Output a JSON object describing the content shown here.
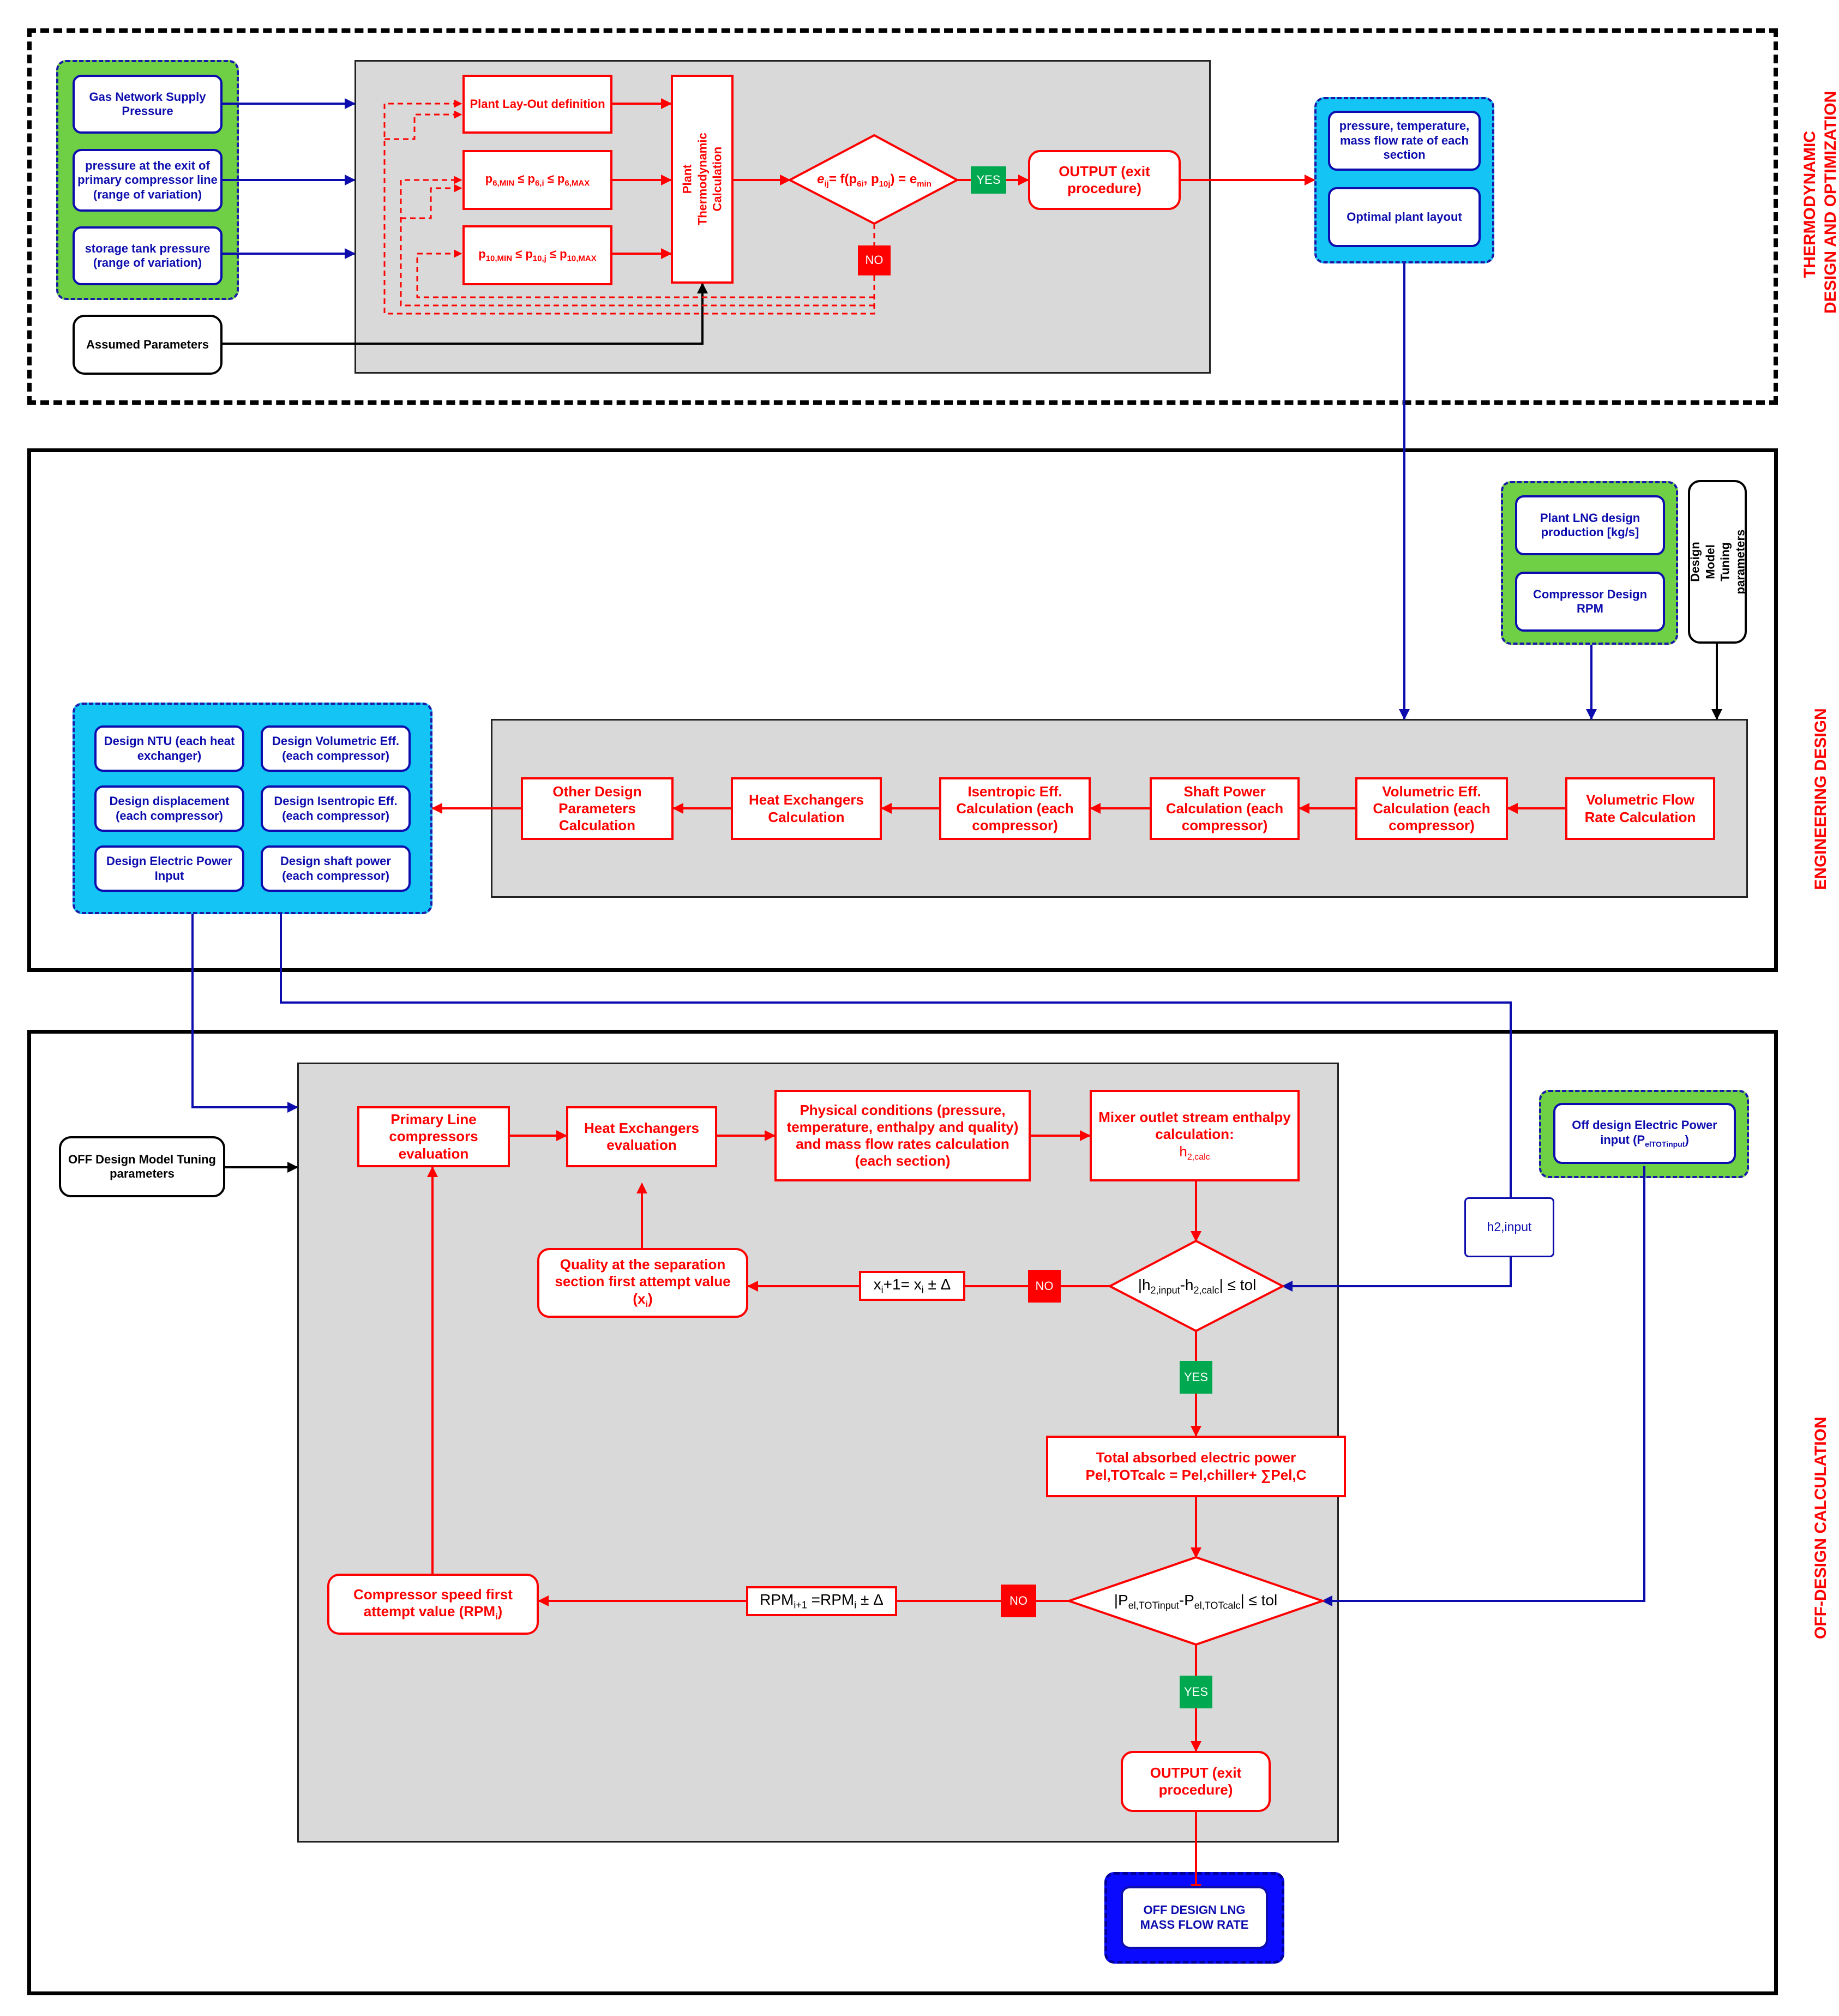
{
  "sections": {
    "thermo_label_1": "THERMODYNAMIC",
    "thermo_label_2": "DESIGN AND OPTIMIZATION",
    "engineering_label": "ENGINEERING DESIGN",
    "offdesign_label": "OFF-DESIGN CALCULATION"
  },
  "thermo": {
    "inputs": [
      "Gas Network Supply Pressure",
      "pressure at the exit of primary compressor line (range of variation)",
      "storage tank pressure (range of variation)"
    ],
    "assumed": "Assumed Parameters",
    "layout_def": "Plant Lay-Out definition",
    "range6": {
      "p": "p",
      "a": "6,MIN",
      "b": " ≤ p",
      "c": "6,i",
      "d": " ≤ p",
      "e": "6,MAX"
    },
    "range10": {
      "p": "p",
      "a": "10,MIN",
      "b": " ≤ p",
      "c": "10,j",
      "d": " ≤ p",
      "e": "10,MAX"
    },
    "calc": "Plant Thermodynamic Calculation",
    "condition": {
      "e": "e",
      "ij": "ij",
      "mid": "= f(p",
      "six": "6i",
      ", ": ", p",
      "ten": "10j",
      "close": ") = e",
      "min": "min"
    },
    "yes": "YES",
    "no": "NO",
    "output": "OUTPUT (exit procedure)",
    "results": [
      "pressure, temperature, mass flow rate of each section",
      "Optimal plant layout"
    ]
  },
  "engineering": {
    "inputs": [
      "Plant LNG design production [kg/s]",
      "Compressor Design RPM"
    ],
    "tuning": "Design Model Tuning parameters",
    "chain": [
      "Other Design Parameters Calculation",
      "Heat Exchangers Calculation",
      "Isentropic Eff. Calculation (each compressor)",
      "Shaft Power Calculation (each compressor)",
      "Volumetric Eff. Calculation (each compressor)",
      "Volumetric Flow Rate Calculation"
    ],
    "outputs": [
      "Design NTU (each heat exchanger)",
      "Design Volumetric Eff. (each compressor)",
      "Design displacement (each compressor)",
      "Design Isentropic Eff. (each compressor)",
      "Design Electric Power Input",
      "Design shaft power (each compressor)"
    ]
  },
  "offdesign": {
    "tuning": "OFF Design Model Tuning parameters",
    "primary": "Primary Line compressors evaluation",
    "hx_eval": "Heat Exchangers evaluation",
    "physical": "Physical conditions (pressure, temperature, enthalpy and quality) and mass flow rates calculation (each section)",
    "mixer": "Mixer outlet stream enthalpy calculation:",
    "mixer_h": "h",
    "mixer_sub": "2,calc",
    "h2input": "h2,input",
    "elec_input": "Off design Electric Power input (P",
    "elec_sub": "elTOTinput",
    "elec_close": ")",
    "cond1": {
      "a": "|h",
      "b": "2,input",
      "c": "-h",
      "d": "2,calc",
      "e": "| ≤ tol"
    },
    "quality_a": "Quality at the separation section first attempt value",
    "quality_b": "(x",
    "quality_sub": "i",
    "quality_c": ")",
    "xupdate": "x",
    "xupdate_sub": "i",
    "xupdate_rest": "+1= x",
    "xupdate_sub2": "i",
    "xupdate_end": " ± Δ",
    "no": "NO",
    "yes": "YES",
    "power1": "Total absorbed electric power",
    "power2": "Pel,TOTcalc = Pel,chiller+ ∑Pel,C",
    "cond2": {
      "a": "|P",
      "b": "el,TOTinput",
      "c": "-P",
      "d": "el,TOTcalc",
      "e": "| ≤ tol"
    },
    "rpm_a": "RPM",
    "rpm_sub1": "i+1",
    "rpm_b": " =RPM",
    "rpm_sub2": "i",
    "rpm_c": " ± Δ",
    "speed_a": "Compressor speed first attempt value (RPM",
    "speed_sub": "i",
    "speed_c": ")",
    "output": "OUTPUT (exit procedure)",
    "final": "OFF DESIGN LNG MASS FLOW RATE"
  },
  "colors": {
    "red": "#ff0000",
    "blue": "#0d0dae",
    "green": "#6fcf45",
    "cyan": "#14c4f4",
    "grey": "#d9d9d9"
  }
}
